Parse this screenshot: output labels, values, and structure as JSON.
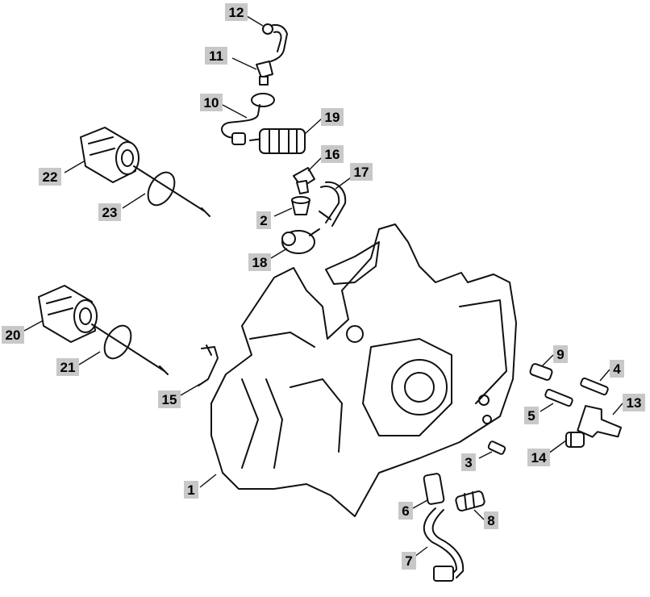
{
  "callouts": [
    {
      "id": "1",
      "label": "1"
    },
    {
      "id": "2",
      "label": "2"
    },
    {
      "id": "3",
      "label": "3"
    },
    {
      "id": "4",
      "label": "4"
    },
    {
      "id": "5",
      "label": "5"
    },
    {
      "id": "6",
      "label": "6"
    },
    {
      "id": "7",
      "label": "7"
    },
    {
      "id": "8",
      "label": "8"
    },
    {
      "id": "9",
      "label": "9"
    },
    {
      "id": "10",
      "label": "10"
    },
    {
      "id": "11",
      "label": "11"
    },
    {
      "id": "12",
      "label": "12"
    },
    {
      "id": "13",
      "label": "13"
    },
    {
      "id": "14",
      "label": "14"
    },
    {
      "id": "15",
      "label": "15"
    },
    {
      "id": "16",
      "label": "16"
    },
    {
      "id": "17",
      "label": "17"
    },
    {
      "id": "18",
      "label": "18"
    },
    {
      "id": "19",
      "label": "19"
    },
    {
      "id": "20",
      "label": "20"
    },
    {
      "id": "21",
      "label": "21"
    },
    {
      "id": "22",
      "label": "22"
    },
    {
      "id": "23",
      "label": "23"
    }
  ],
  "colors": {
    "callout_background": "#c8c8c8",
    "line": "#111111"
  }
}
